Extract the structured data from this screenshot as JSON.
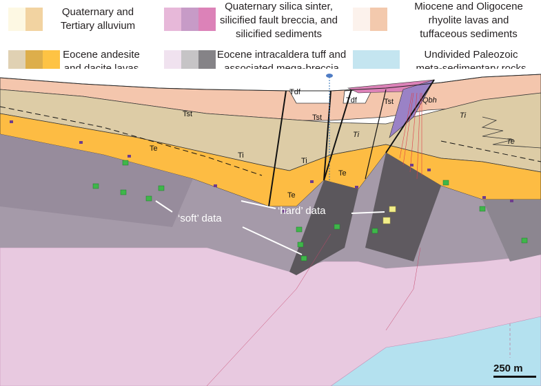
{
  "legend": {
    "items": [
      {
        "id": "alluvium",
        "text": "Quaternary and\nTertiary alluvium",
        "colors": [
          "#fdf8e3",
          "#f2d3a1"
        ]
      },
      {
        "id": "sinter",
        "text": "Quaternary silica sinter,\nsilicified fault breccia, and\nsilicified sediments",
        "colors": [
          "#e7b8d9",
          "#c79bc7",
          "#dc82b8"
        ]
      },
      {
        "id": "rhyolite",
        "text": "Miocene and Oligocene\nrhyolite lavas and\ntuffaceous  sediments",
        "colors": [
          "#fcf2ec",
          "#f3c9ad"
        ]
      },
      {
        "id": "andesite",
        "text": "Eocene andesite\nand dacite lavas",
        "colors": [
          "#e0d1b3",
          "#ddae4b",
          "#fec344"
        ]
      },
      {
        "id": "tuff",
        "text": "Eocene intracaldera tuff and\nassociated mega-breccia",
        "colors": [
          "#f0e2ef",
          "#c6c4c6",
          "#858387"
        ]
      },
      {
        "id": "paleozoic",
        "text": "Undivided Paleozoic\nmeta-sedimentary rocks",
        "colors": [
          "#c4e5f0"
        ]
      }
    ]
  },
  "section": {
    "unit_labels": [
      "Tst",
      "Tst",
      "Tst",
      "Tdf",
      "Tdf",
      "Te",
      "Te",
      "Te",
      "Te",
      "Ti",
      "Ti",
      "Ti",
      "Ti",
      "Qbh"
    ],
    "callouts": {
      "soft": "‘soft’ data",
      "hard": "‘hard’ data"
    },
    "scale_bar": "250 m"
  },
  "colors": {
    "tst": "#f4c6ad",
    "tdf": "#ffffff",
    "ti": "#ddcca6",
    "te": "#fdbc43",
    "tuff_dark": "#5b575c",
    "tuff_mid": "#8c8690",
    "tuff_light": "#a59aa9",
    "lower_tuff": "#e8c9e0",
    "paleozoic": "#b4e1ef",
    "qbh": "#9a82c6",
    "soft_marker": "#3fb64a",
    "hard_marker": "#f2ee8a"
  }
}
